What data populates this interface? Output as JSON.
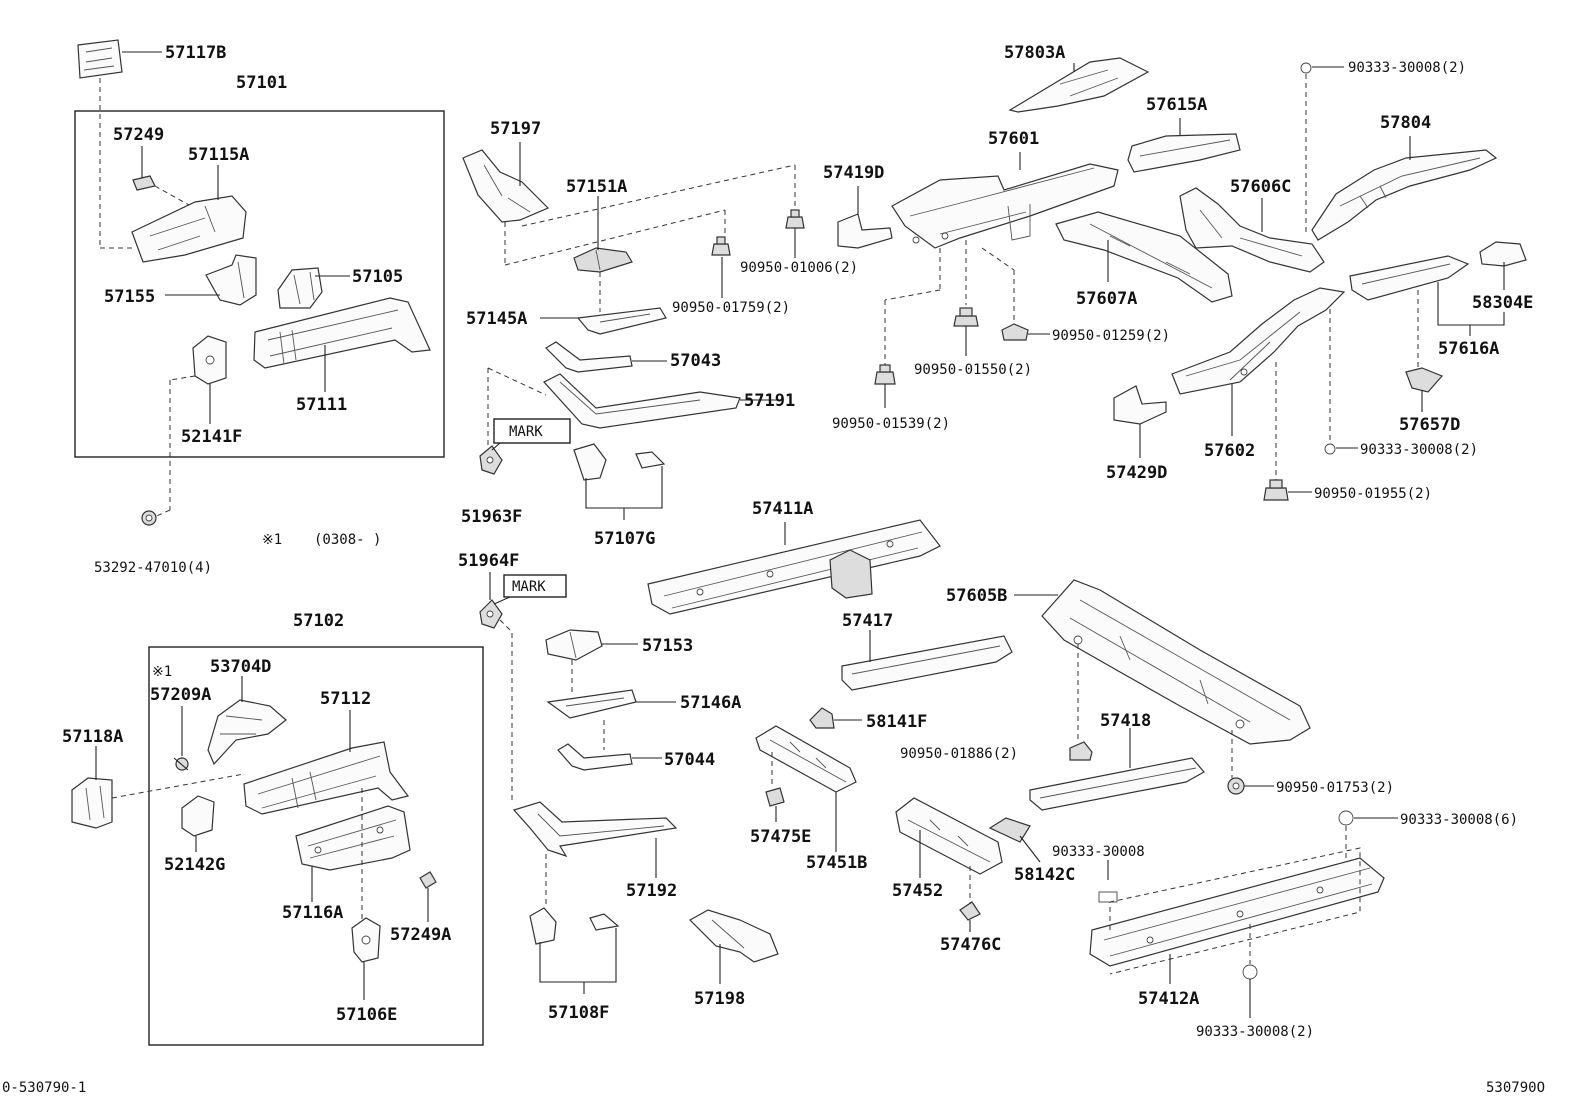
{
  "parts": [
    {
      "code": "57117B"
    },
    {
      "code": "57101"
    },
    {
      "code": "57249"
    },
    {
      "code": "57115A"
    },
    {
      "code": "57155"
    },
    {
      "code": "57105"
    },
    {
      "code": "57111"
    },
    {
      "code": "52141F"
    },
    {
      "code": "53292-47010(4)"
    },
    {
      "code": "57197"
    },
    {
      "code": "57151A"
    },
    {
      "code": "57145A"
    },
    {
      "code": "57043"
    },
    {
      "code": "57191"
    },
    {
      "code": "51963F"
    },
    {
      "code": "57107G"
    },
    {
      "code": "90950-01759(2)"
    },
    {
      "code": "90950-01006(2)"
    },
    {
      "code": "57419D"
    },
    {
      "code": "57803A"
    },
    {
      "code": "57601"
    },
    {
      "code": "57615A"
    },
    {
      "code": "90333-30008(2)"
    },
    {
      "code": "57804"
    },
    {
      "code": "57606C"
    },
    {
      "code": "57607A"
    },
    {
      "code": "58304E"
    },
    {
      "code": "57616A"
    },
    {
      "code": "90950-01259(2)"
    },
    {
      "code": "90950-01550(2)"
    },
    {
      "code": "90950-01539(2)"
    },
    {
      "code": "57657D"
    },
    {
      "code": "90333-30008(2)"
    },
    {
      "code": "57602"
    },
    {
      "code": "57429D"
    },
    {
      "code": "90950-01955(2)"
    },
    {
      "code": "57411A"
    },
    {
      "code": "51964F"
    },
    {
      "code": "57102"
    },
    {
      "code": "57605B"
    },
    {
      "code": "57417"
    },
    {
      "code": "57153"
    },
    {
      "code": "53704D"
    },
    {
      "code": "57209A"
    },
    {
      "code": "57112"
    },
    {
      "code": "57118A"
    },
    {
      "code": "57146A"
    },
    {
      "code": "58141F"
    },
    {
      "code": "90950-01886(2)"
    },
    {
      "code": "57418"
    },
    {
      "code": "57044"
    },
    {
      "code": "90950-01753(2)"
    },
    {
      "code": "57475E"
    },
    {
      "code": "57451B"
    },
    {
      "code": "57452"
    },
    {
      "code": "90333-30008"
    },
    {
      "code": "58142C"
    },
    {
      "code": "90333-30008(6)"
    },
    {
      "code": "52142G"
    },
    {
      "code": "57116A"
    },
    {
      "code": "57249A"
    },
    {
      "code": "57192"
    },
    {
      "code": "57476C"
    },
    {
      "code": "57412A"
    },
    {
      "code": "57106E"
    },
    {
      "code": "57108F"
    },
    {
      "code": "57198"
    },
    {
      "code": "90333-30008(2)"
    }
  ],
  "mark_label": "MARK",
  "note_symbol": "※1",
  "note_range": "(0308-    )",
  "footer_left": "0-530790-1",
  "footer_right": "530790O"
}
